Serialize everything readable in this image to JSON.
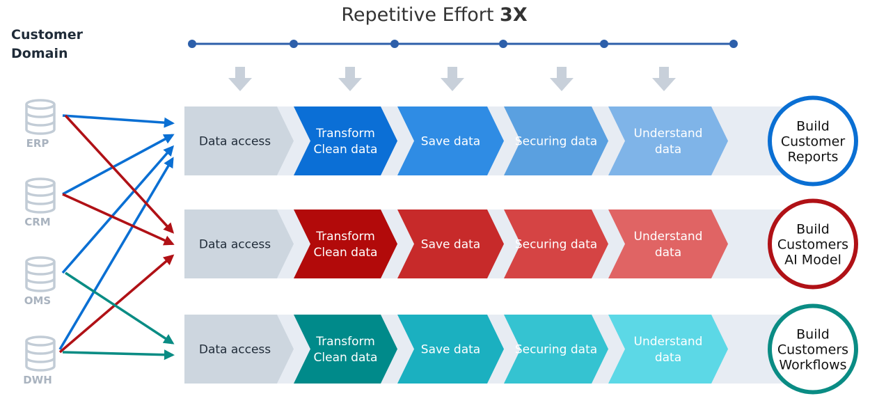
{
  "header": {
    "title_prefix": "Repetitive Effort ",
    "title_emphasis": "3X"
  },
  "customer_domain": {
    "line1": "Customer",
    "line2": "Domain"
  },
  "sources": [
    {
      "id": "erp",
      "label": "ERP"
    },
    {
      "id": "crm",
      "label": "CRM"
    },
    {
      "id": "oms",
      "label": "OMS"
    },
    {
      "id": "dwh",
      "label": "DWH"
    }
  ],
  "icons": {
    "database": "database-icon",
    "arrow": "down-arrow-icon"
  },
  "pipelines": [
    {
      "id": "blue",
      "stages": [
        {
          "lines": [
            "Data access"
          ]
        },
        {
          "lines": [
            "Transform",
            "Clean data"
          ]
        },
        {
          "lines": [
            "Save data"
          ]
        },
        {
          "lines": [
            "Securing data"
          ]
        },
        {
          "lines": [
            "Understand",
            "data"
          ]
        }
      ],
      "outcome": [
        "Build",
        "Customer",
        "Reports"
      ],
      "colors": [
        "#cdd6df",
        "#0b6fd6",
        "#2f8ce4",
        "#5aa0e0",
        "#7fb4e8"
      ],
      "ring": "#0a6fd3",
      "sources": [
        "erp",
        "crm",
        "oms",
        "dwh"
      ]
    },
    {
      "id": "red",
      "stages": [
        {
          "lines": [
            "Data access"
          ]
        },
        {
          "lines": [
            "Transform",
            "Clean data"
          ]
        },
        {
          "lines": [
            "Save data"
          ]
        },
        {
          "lines": [
            "Securing data"
          ]
        },
        {
          "lines": [
            "Understand",
            "data"
          ]
        }
      ],
      "outcome": [
        "Build",
        "Customers",
        "AI Model"
      ],
      "colors": [
        "#cdd6df",
        "#b20a0a",
        "#c72a2a",
        "#d54444",
        "#e06464"
      ],
      "ring": "#b01116",
      "sources": [
        "erp",
        "crm",
        "dwh"
      ]
    },
    {
      "id": "teal",
      "stages": [
        {
          "lines": [
            "Data access"
          ]
        },
        {
          "lines": [
            "Transform",
            "Clean data"
          ]
        },
        {
          "lines": [
            "Save data"
          ]
        },
        {
          "lines": [
            "Securing data"
          ]
        },
        {
          "lines": [
            "Understand",
            "data"
          ]
        }
      ],
      "outcome": [
        "Build",
        "Customers",
        "Workflows"
      ],
      "colors": [
        "#cdd6df",
        "#008a8a",
        "#1bb0c0",
        "#35c3d1",
        "#5cd8e6"
      ],
      "ring": "#0a8c84",
      "sources": [
        "oms",
        "dwh"
      ]
    }
  ],
  "colors": {
    "timeline": "#2d5faa",
    "down_arrow": "#c8d0da",
    "band": "#e7ecf3",
    "db_icon": "#c2ccd6",
    "source_label": "#a9b3bf",
    "title": "#333333",
    "dark_text": "#1f2b38",
    "light_text": "#ffffff"
  }
}
